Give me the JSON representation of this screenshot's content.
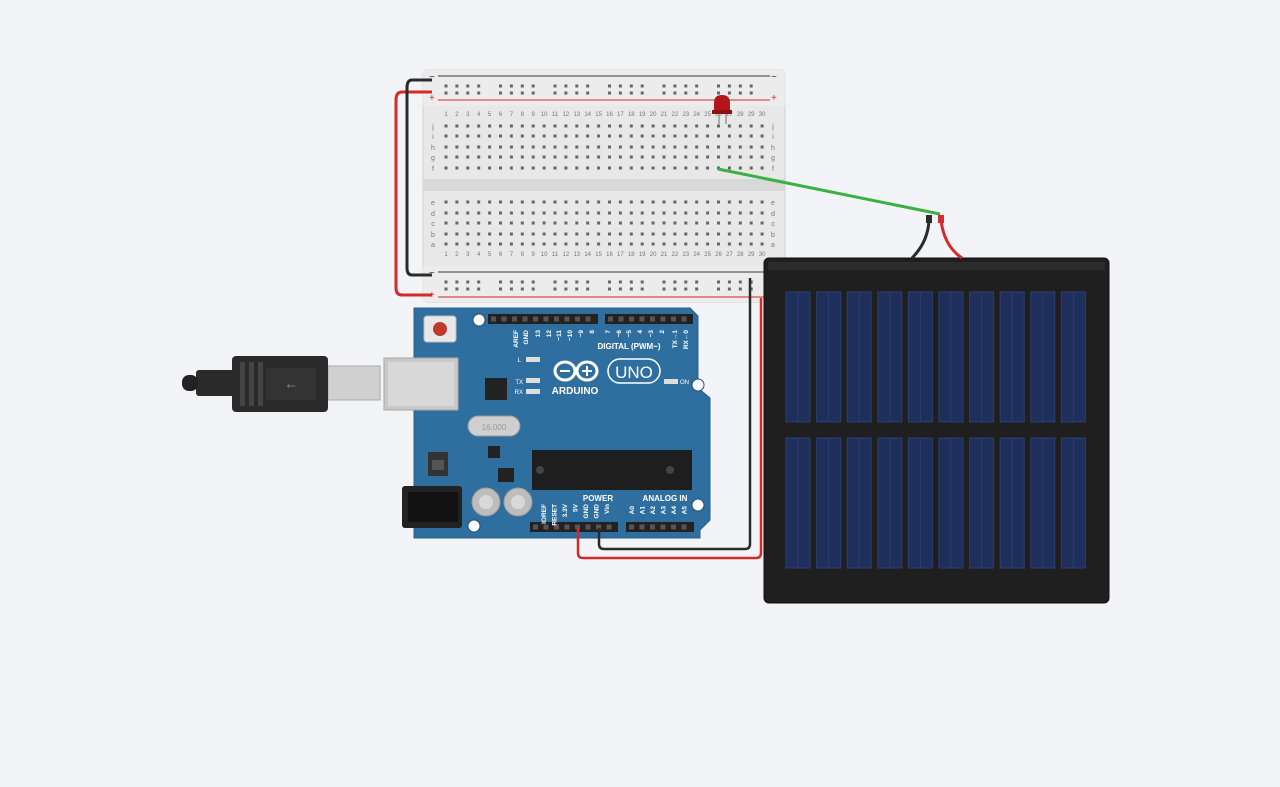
{
  "breadboard": {
    "rail_minus": "−",
    "rail_plus": "+",
    "rows_top": [
      "j",
      "i",
      "h",
      "g",
      "f"
    ],
    "rows_bottom": [
      "e",
      "d",
      "c",
      "b",
      "a"
    ],
    "columns": [
      "1",
      "2",
      "3",
      "4",
      "5",
      "6",
      "7",
      "8",
      "9",
      "10",
      "11",
      "12",
      "13",
      "14",
      "15",
      "16",
      "17",
      "18",
      "19",
      "20",
      "21",
      "22",
      "23",
      "24",
      "25",
      "26",
      "27",
      "28",
      "29",
      "30"
    ]
  },
  "arduino": {
    "brand": "ARDUINO",
    "model": "UNO",
    "digital_header": "DIGITAL (PWM~)",
    "power_header": "POWER",
    "analog_header": "ANALOG IN",
    "led_on": "ON",
    "led_l": "L",
    "led_tx": "TX",
    "led_rx": "RX",
    "crystal": "16.000",
    "digital_pins": [
      "AREF",
      "GND",
      "13",
      "12",
      "~11",
      "~10",
      "~9",
      "8",
      "7",
      "~6",
      "~5",
      "4",
      "~3",
      "2",
      "TX→1",
      "RX←0"
    ],
    "power_pins": [
      "IOREF",
      "RESET",
      "3.3V",
      "5V",
      "GND",
      "GND",
      "Vin"
    ],
    "analog_pins": [
      "A0",
      "A1",
      "A2",
      "A3",
      "A4",
      "A5"
    ]
  },
  "colors": {
    "board_blue": "#2f6f9f",
    "breadboard": "#e6e6e6",
    "wire_red": "#d42a2a",
    "wire_black": "#2b2b2b",
    "wire_green": "#3cb043",
    "led_red": "#b3151b",
    "solar_frame": "#1f1f20",
    "solar_cell": "#1e2f5c"
  },
  "components": {
    "usb_cable": "usb-b-cable-icon",
    "led": "led-icon",
    "solar_panel": "solar-panel-icon",
    "reset_button": "reset-button-icon"
  }
}
